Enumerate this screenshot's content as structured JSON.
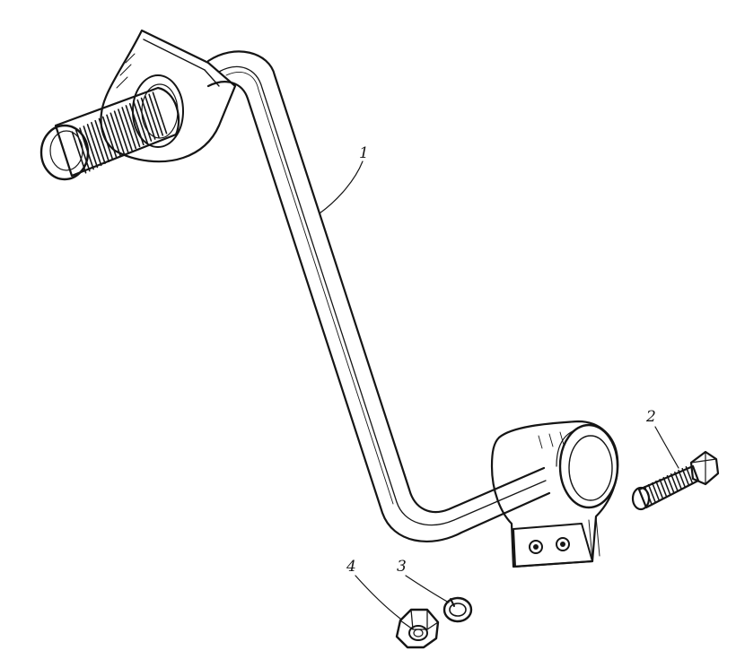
{
  "diagram": {
    "parts": [
      {
        "id": "part-1",
        "number": "1",
        "depicts": "bent-rod-with-threaded-end-and-clamp"
      },
      {
        "id": "part-2",
        "number": "2",
        "depicts": "bolt"
      },
      {
        "id": "part-3",
        "number": "3",
        "depicts": "spring-washer"
      },
      {
        "id": "part-4",
        "number": "4",
        "depicts": "hex-nut"
      }
    ],
    "colors": {
      "ink": "#151515",
      "paper": "#ffffff"
    }
  }
}
